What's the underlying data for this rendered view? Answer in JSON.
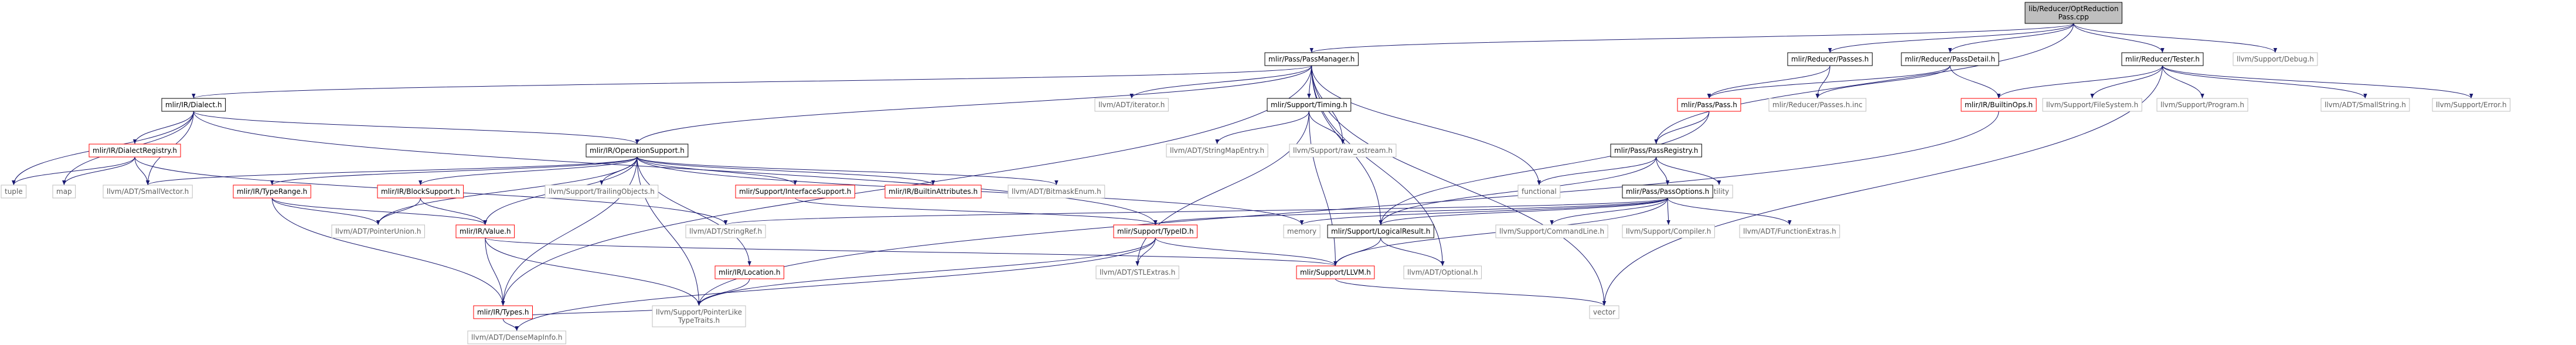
{
  "nodes": [
    {
      "id": "root",
      "label": "lib/Reducer/OptReduction\nPass.cpp",
      "kind": "root"
    },
    {
      "id": "passmanager",
      "label": "mlir/Pass/PassManager.h",
      "kind": "local"
    },
    {
      "id": "passes",
      "label": "mlir/Reducer/Passes.h",
      "kind": "local"
    },
    {
      "id": "passdetail",
      "label": "mlir/Reducer/PassDetail.h",
      "kind": "local"
    },
    {
      "id": "tester",
      "label": "mlir/Reducer/Tester.h",
      "kind": "local"
    },
    {
      "id": "debug",
      "label": "llvm/Support/Debug.h",
      "kind": "external"
    },
    {
      "id": "dialect",
      "label": "mlir/IR/Dialect.h",
      "kind": "local"
    },
    {
      "id": "iterator",
      "label": "llvm/ADT/iterator.h",
      "kind": "external"
    },
    {
      "id": "timing",
      "label": "mlir/Support/Timing.h",
      "kind": "local"
    },
    {
      "id": "passh",
      "label": "mlir/Pass/Pass.h",
      "kind": "truncated"
    },
    {
      "id": "passesinc",
      "label": "mlir/Reducer/Passes.h.inc",
      "kind": "external"
    },
    {
      "id": "builtinops",
      "label": "mlir/IR/BuiltinOps.h",
      "kind": "truncated"
    },
    {
      "id": "filesystem",
      "label": "llvm/Support/FileSystem.h",
      "kind": "external"
    },
    {
      "id": "program",
      "label": "llvm/Support/Program.h",
      "kind": "external"
    },
    {
      "id": "smallstring",
      "label": "llvm/ADT/SmallString.h",
      "kind": "external"
    },
    {
      "id": "error",
      "label": "llvm/Support/Error.h",
      "kind": "external"
    },
    {
      "id": "dialectregistry",
      "label": "mlir/IR/DialectRegistry.h",
      "kind": "truncated"
    },
    {
      "id": "opsupport",
      "label": "mlir/IR/OperationSupport.h",
      "kind": "local"
    },
    {
      "id": "stringmapentry",
      "label": "llvm/ADT/StringMapEntry.h",
      "kind": "external"
    },
    {
      "id": "rawostream",
      "label": "llvm/Support/raw_ostream.h",
      "kind": "external"
    },
    {
      "id": "passregistry",
      "label": "mlir/Pass/PassRegistry.h",
      "kind": "local"
    },
    {
      "id": "tuple",
      "label": "tuple",
      "kind": "external"
    },
    {
      "id": "map",
      "label": "map",
      "kind": "external"
    },
    {
      "id": "smallvector",
      "label": "llvm/ADT/SmallVector.h",
      "kind": "external"
    },
    {
      "id": "typerange",
      "label": "mlir/IR/TypeRange.h",
      "kind": "truncated"
    },
    {
      "id": "blocksupport",
      "label": "mlir/IR/BlockSupport.h",
      "kind": "truncated"
    },
    {
      "id": "trailingobjects",
      "label": "llvm/Support/TrailingObjects.h",
      "kind": "external"
    },
    {
      "id": "interfacesupport",
      "label": "mlir/Support/InterfaceSupport.h",
      "kind": "truncated"
    },
    {
      "id": "builtinattributes",
      "label": "mlir/IR/BuiltinAttributes.h",
      "kind": "truncated"
    },
    {
      "id": "bitmaskenum",
      "label": "llvm/ADT/BitmaskEnum.h",
      "kind": "external"
    },
    {
      "id": "functional",
      "label": "functional",
      "kind": "external"
    },
    {
      "id": "utility",
      "label": "utility",
      "kind": "external"
    },
    {
      "id": "passoptions",
      "label": "mlir/Pass/PassOptions.h",
      "kind": "local"
    },
    {
      "id": "pointerunion",
      "label": "llvm/ADT/PointerUnion.h",
      "kind": "external"
    },
    {
      "id": "value",
      "label": "mlir/IR/Value.h",
      "kind": "truncated"
    },
    {
      "id": "stringref",
      "label": "llvm/ADT/StringRef.h",
      "kind": "external"
    },
    {
      "id": "typeid",
      "label": "mlir/Support/TypeID.h",
      "kind": "truncated"
    },
    {
      "id": "memory",
      "label": "memory",
      "kind": "external"
    },
    {
      "id": "logicalresult",
      "label": "mlir/Support/LogicalResult.h",
      "kind": "local"
    },
    {
      "id": "commandline",
      "label": "llvm/Support/CommandLine.h",
      "kind": "external"
    },
    {
      "id": "compiler",
      "label": "llvm/Support/Compiler.h",
      "kind": "external"
    },
    {
      "id": "functionextras",
      "label": "llvm/ADT/FunctionExtras.h",
      "kind": "external"
    },
    {
      "id": "location",
      "label": "mlir/IR/Location.h",
      "kind": "truncated"
    },
    {
      "id": "stlextras",
      "label": "llvm/ADT/STLExtras.h",
      "kind": "external"
    },
    {
      "id": "llvmh",
      "label": "mlir/Support/LLVM.h",
      "kind": "truncated"
    },
    {
      "id": "optional",
      "label": "llvm/ADT/Optional.h",
      "kind": "external"
    },
    {
      "id": "types",
      "label": "mlir/IR/Types.h",
      "kind": "truncated"
    },
    {
      "id": "densemapinfo",
      "label": "llvm/ADT/DenseMapInfo.h",
      "kind": "external"
    },
    {
      "id": "pointerliketypetraits",
      "label": "llvm/Support/PointerLike\nTypeTraits.h",
      "kind": "external"
    },
    {
      "id": "vector",
      "label": "vector",
      "kind": "external"
    }
  ],
  "edges": [
    [
      "root",
      "passmanager"
    ],
    [
      "root",
      "passes"
    ],
    [
      "root",
      "passdetail"
    ],
    [
      "root",
      "tester"
    ],
    [
      "root",
      "debug"
    ],
    [
      "root",
      "passregistry"
    ],
    [
      "passmanager",
      "dialect"
    ],
    [
      "passmanager",
      "iterator"
    ],
    [
      "passmanager",
      "timing"
    ],
    [
      "passmanager",
      "opsupport"
    ],
    [
      "passmanager",
      "rawostream"
    ],
    [
      "passmanager",
      "functional"
    ],
    [
      "passmanager",
      "logicalresult"
    ],
    [
      "passmanager",
      "optional"
    ],
    [
      "passmanager",
      "vector"
    ],
    [
      "passmanager",
      "types"
    ],
    [
      "passes",
      "passh"
    ],
    [
      "passes",
      "passesinc"
    ],
    [
      "passdetail",
      "passh"
    ],
    [
      "passdetail",
      "passesinc"
    ],
    [
      "passdetail",
      "builtinops"
    ],
    [
      "tester",
      "builtinops"
    ],
    [
      "tester",
      "filesystem"
    ],
    [
      "tester",
      "program"
    ],
    [
      "tester",
      "smallstring"
    ],
    [
      "tester",
      "error"
    ],
    [
      "tester",
      "vector"
    ],
    [
      "dialect",
      "dialectregistry"
    ],
    [
      "dialect",
      "opsupport"
    ],
    [
      "dialect",
      "tuple"
    ],
    [
      "dialect",
      "map"
    ],
    [
      "dialect",
      "typeid"
    ],
    [
      "dialect",
      "smallvector"
    ],
    [
      "dialectregistry",
      "tuple"
    ],
    [
      "dialectregistry",
      "map"
    ],
    [
      "dialectregistry",
      "smallvector"
    ],
    [
      "dialectregistry",
      "stringref"
    ],
    [
      "timing",
      "stringmapentry"
    ],
    [
      "timing",
      "rawostream"
    ],
    [
      "timing",
      "llvmh"
    ],
    [
      "timing",
      "stlextras"
    ],
    [
      "passh",
      "passregistry"
    ],
    [
      "passh",
      "logicalresult"
    ],
    [
      "builtinops",
      "pointerliketypetraits"
    ],
    [
      "opsupport",
      "typerange"
    ],
    [
      "opsupport",
      "blocksupport"
    ],
    [
      "opsupport",
      "trailingobjects"
    ],
    [
      "opsupport",
      "interfacesupport"
    ],
    [
      "opsupport",
      "builtinattributes"
    ],
    [
      "opsupport",
      "bitmaskenum"
    ],
    [
      "opsupport",
      "location"
    ],
    [
      "opsupport",
      "memory"
    ],
    [
      "opsupport",
      "smallvector"
    ],
    [
      "opsupport",
      "pointerunion"
    ],
    [
      "opsupport",
      "value"
    ],
    [
      "opsupport",
      "pointerliketypetraits"
    ],
    [
      "opsupport",
      "types"
    ],
    [
      "typerange",
      "pointerunion"
    ],
    [
      "typerange",
      "value"
    ],
    [
      "typerange",
      "types"
    ],
    [
      "blocksupport",
      "pointerunion"
    ],
    [
      "blocksupport",
      "value"
    ],
    [
      "interfacesupport",
      "typeid"
    ],
    [
      "passregistry",
      "functional"
    ],
    [
      "passregistry",
      "utility"
    ],
    [
      "passregistry",
      "passoptions"
    ],
    [
      "passregistry",
      "logicalresult"
    ],
    [
      "passoptions",
      "stringref"
    ],
    [
      "passoptions",
      "memory"
    ],
    [
      "passoptions",
      "logicalresult"
    ],
    [
      "passoptions",
      "commandline"
    ],
    [
      "passoptions",
      "compiler"
    ],
    [
      "passoptions",
      "functionextras"
    ],
    [
      "passoptions",
      "llvmh"
    ],
    [
      "passoptions",
      "typeid"
    ],
    [
      "value",
      "types"
    ],
    [
      "value",
      "llvmh"
    ],
    [
      "value",
      "pointerliketypetraits"
    ],
    [
      "typeid",
      "llvmh"
    ],
    [
      "typeid",
      "stlextras"
    ],
    [
      "typeid",
      "densemapinfo"
    ],
    [
      "typeid",
      "pointerliketypetraits"
    ],
    [
      "logicalresult",
      "llvmh"
    ],
    [
      "logicalresult",
      "optional"
    ],
    [
      "location",
      "pointerliketypetraits"
    ],
    [
      "types",
      "densemapinfo"
    ],
    [
      "types",
      "pointerliketypetraits"
    ],
    [
      "llvmh",
      "vector"
    ]
  ],
  "colors": {
    "root_fill": "#bfbfbf",
    "local_border": "#000000",
    "truncated_border": "#ff0000",
    "external_border": "#bfbfbf",
    "external_text": "#5e5e5e",
    "edge": "#191970"
  }
}
